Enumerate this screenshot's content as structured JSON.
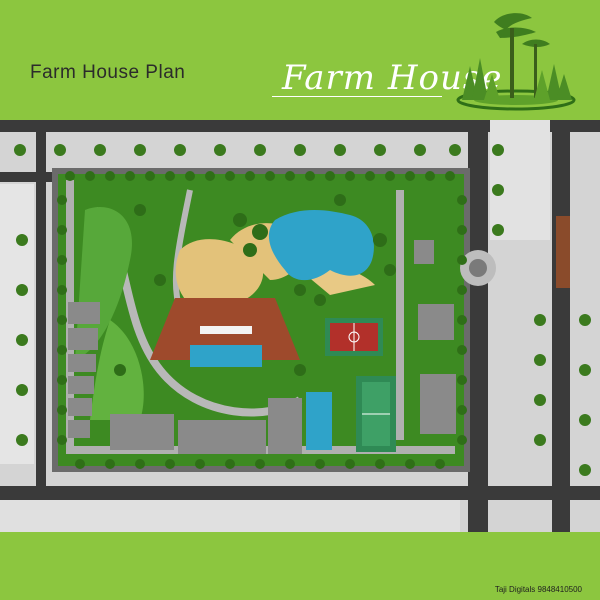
{
  "header": {
    "title": "Farm House Plan",
    "brand": "Farm House"
  },
  "footer": {
    "credit": "Taji Digitals 9848410500"
  },
  "colors": {
    "header_green": "#8cc63f",
    "grass": "#4f9b2a",
    "road": "#3a3a3a",
    "pool": "#2fa3c9",
    "court_red": "#b2302a",
    "court_green": "#2f8a55",
    "deck": "#9e4a2c",
    "sand": "#e3c27a",
    "building_roof": "#8a8a8a"
  },
  "icons": [
    "tree-logo-icon"
  ]
}
